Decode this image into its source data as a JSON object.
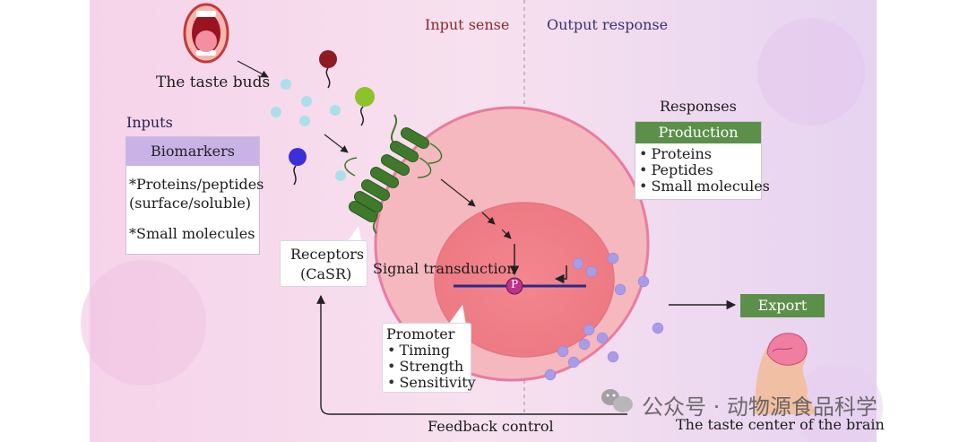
{
  "headers": {
    "input_sense": "Input sense",
    "output_response": "Output response"
  },
  "taste_buds_label": "The taste buds",
  "inputs": {
    "title": "Inputs",
    "box_header": "Biomarkers",
    "items": [
      "*Proteins/peptides",
      "(surface/soluble)",
      "*Small molecules"
    ]
  },
  "receptors": {
    "line1": "Receptors",
    "line2": "(CaSR)"
  },
  "signal_transduction": "Signal transduction",
  "phospho_label": "P",
  "promoter": {
    "title": "Promoter",
    "items": [
      "Timing",
      "Strength",
      "Sensitivity"
    ]
  },
  "responses": {
    "title": "Responses",
    "box_header": "Production",
    "items": [
      "Proteins",
      "Peptides",
      "Small molecules"
    ]
  },
  "export_label": "Export",
  "feedback_label": "Feedback control",
  "brain_label": "The taste center of the brain",
  "watermark": "公众号 · 动物源食品科学",
  "colors": {
    "input_header": "#8b2a2a",
    "output_header": "#3a2f7a",
    "receptor_green": "#3f7a2c",
    "production_green": "#5c8f4a",
    "cell_outer": "#f3a3ad",
    "nucleus": "#ee7f88",
    "dna_line": "#2b2a8c",
    "phospho_fill": "#c2308a"
  }
}
